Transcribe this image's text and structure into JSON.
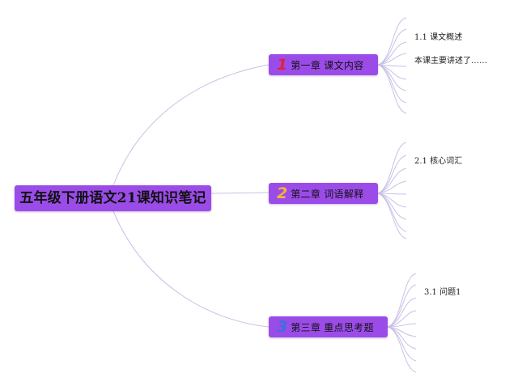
{
  "root": {
    "title": "五年级下册语文21课知识笔记"
  },
  "chapters": [
    {
      "number": "1",
      "label": "第一章 课文内容",
      "color": "#e0213a",
      "children": [
        "1.1 课文概述",
        "本课主要讲述了……"
      ]
    },
    {
      "number": "2",
      "label": "第二章 词语解释",
      "color": "#f4b23a",
      "children": [
        "2.1 核心词汇"
      ]
    },
    {
      "number": "3",
      "label": "第三章 重点思考题",
      "color": "#3a6fe0",
      "children": [
        "3.1 问题1"
      ]
    }
  ],
  "colors": {
    "node_fill": "#9b4ce8",
    "connector": "#c9bfe6"
  }
}
